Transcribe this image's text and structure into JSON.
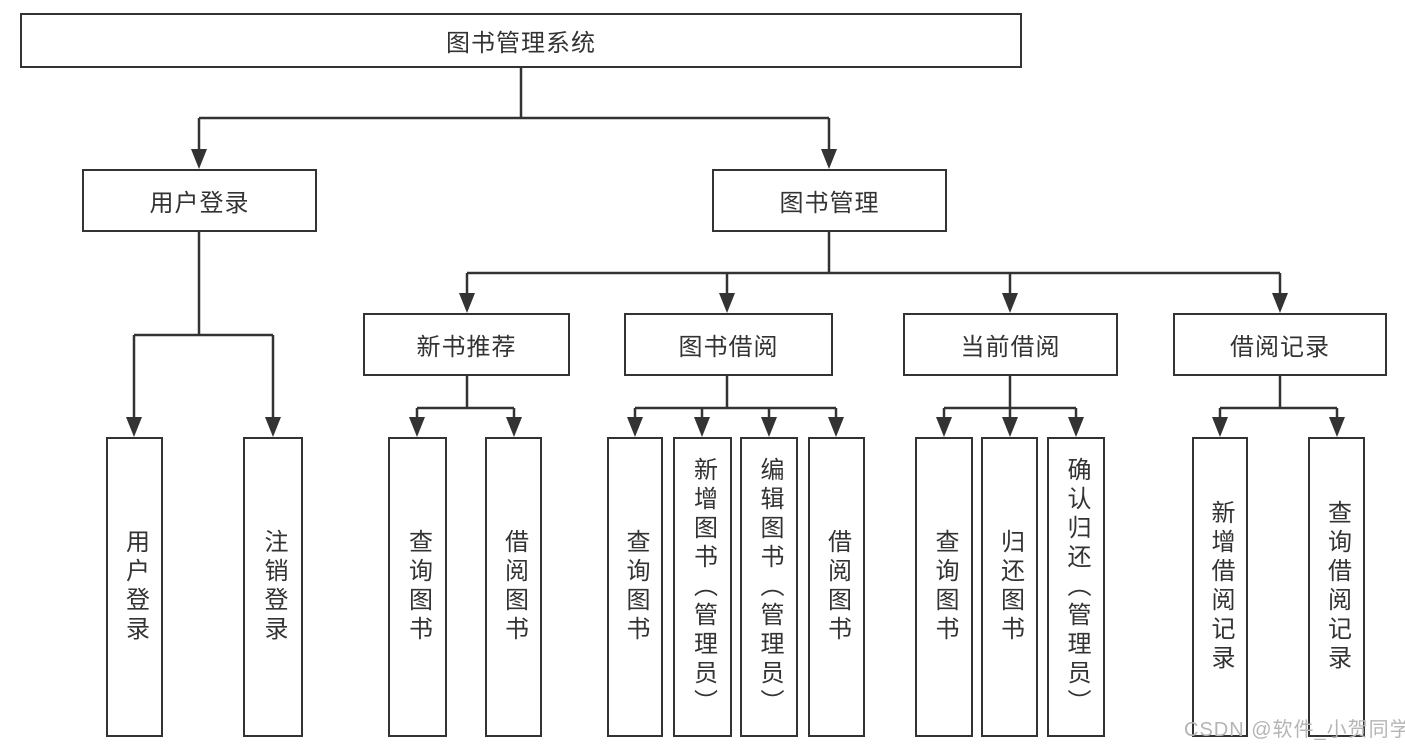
{
  "diagram": {
    "title": "图书管理系统",
    "tree": {
      "root": {
        "label": "图书管理系统"
      },
      "user_login": {
        "label": "用户登录",
        "children": {
          "login": {
            "label": "用户登录"
          },
          "logout": {
            "label": "注销登录"
          }
        }
      },
      "book_mgmt": {
        "label": "图书管理",
        "children": {
          "new_book_rec": {
            "label": "新书推荐",
            "children": {
              "query_book": {
                "label": "查询图书"
              },
              "borrow_book": {
                "label": "借阅图书"
              }
            }
          },
          "book_borrow": {
            "label": "图书借阅",
            "children": {
              "query_book": {
                "label": "查询图书"
              },
              "add_book": {
                "label": "新增图书（管理员）"
              },
              "edit_book": {
                "label": "编辑图书（管理员）"
              },
              "borrow_book": {
                "label": "借阅图书"
              }
            }
          },
          "current_borrow": {
            "label": "当前借阅",
            "children": {
              "query_book": {
                "label": "查询图书"
              },
              "return_book": {
                "label": "归还图书"
              },
              "confirm_return": {
                "label": "确认归还（管理员）"
              }
            }
          },
          "borrow_record": {
            "label": "借阅记录",
            "children": {
              "add_record": {
                "label": "新增借阅记录"
              },
              "query_record": {
                "label": "查询借阅记录"
              }
            }
          }
        }
      }
    }
  },
  "watermark": {
    "text": "CSDN @软件_小贺同学",
    "color": "#b5b5b5"
  },
  "colors": {
    "background": "#ffffff",
    "line": "#333333",
    "box_border": "#333333",
    "text": "#333333"
  }
}
